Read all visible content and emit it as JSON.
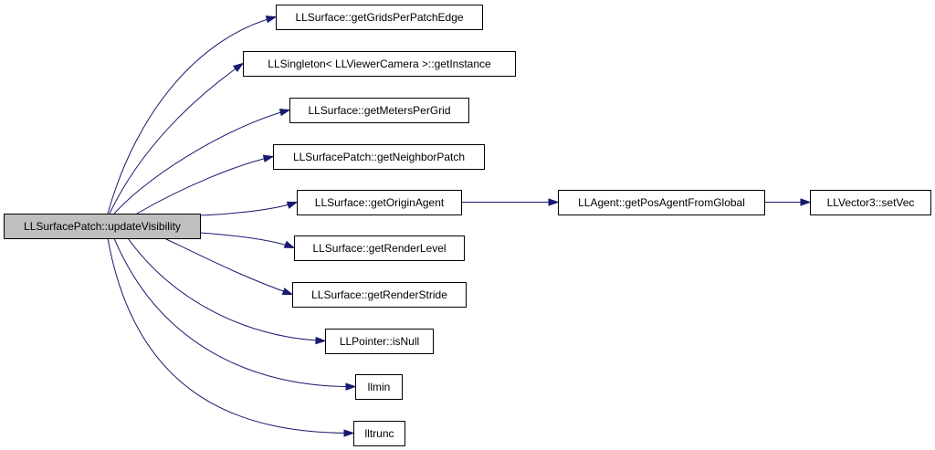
{
  "diagram": {
    "type": "call-graph",
    "colors": {
      "edge": "#191970",
      "root_fill": "#bfbfbf",
      "node_fill": "#ffffff",
      "node_border": "#000000"
    },
    "nodes": [
      {
        "id": "root",
        "label": "LLSurfacePatch::updateVisibility",
        "root": true
      },
      {
        "id": "n1",
        "label": "LLSurface::getGridsPerPatchEdge"
      },
      {
        "id": "n2",
        "label": "LLSingleton< LLViewerCamera >::getInstance"
      },
      {
        "id": "n3",
        "label": "LLSurface::getMetersPerGrid"
      },
      {
        "id": "n4",
        "label": "LLSurfacePatch::getNeighborPatch"
      },
      {
        "id": "n5",
        "label": "LLSurface::getOriginAgent"
      },
      {
        "id": "n6",
        "label": "LLSurface::getRenderLevel"
      },
      {
        "id": "n7",
        "label": "LLSurface::getRenderStride"
      },
      {
        "id": "n8",
        "label": "LLPointer::isNull"
      },
      {
        "id": "n9",
        "label": "llmin"
      },
      {
        "id": "n10",
        "label": "lltrunc"
      },
      {
        "id": "n11",
        "label": "LLAgent::getPosAgentFromGlobal"
      },
      {
        "id": "n12",
        "label": "LLVector3::setVec"
      }
    ],
    "edges": [
      {
        "from": "root",
        "to": "n1"
      },
      {
        "from": "root",
        "to": "n2"
      },
      {
        "from": "root",
        "to": "n3"
      },
      {
        "from": "root",
        "to": "n4"
      },
      {
        "from": "root",
        "to": "n5"
      },
      {
        "from": "root",
        "to": "n6"
      },
      {
        "from": "root",
        "to": "n7"
      },
      {
        "from": "root",
        "to": "n8"
      },
      {
        "from": "root",
        "to": "n9"
      },
      {
        "from": "root",
        "to": "n10"
      },
      {
        "from": "n5",
        "to": "n11"
      },
      {
        "from": "n11",
        "to": "n12"
      }
    ]
  }
}
